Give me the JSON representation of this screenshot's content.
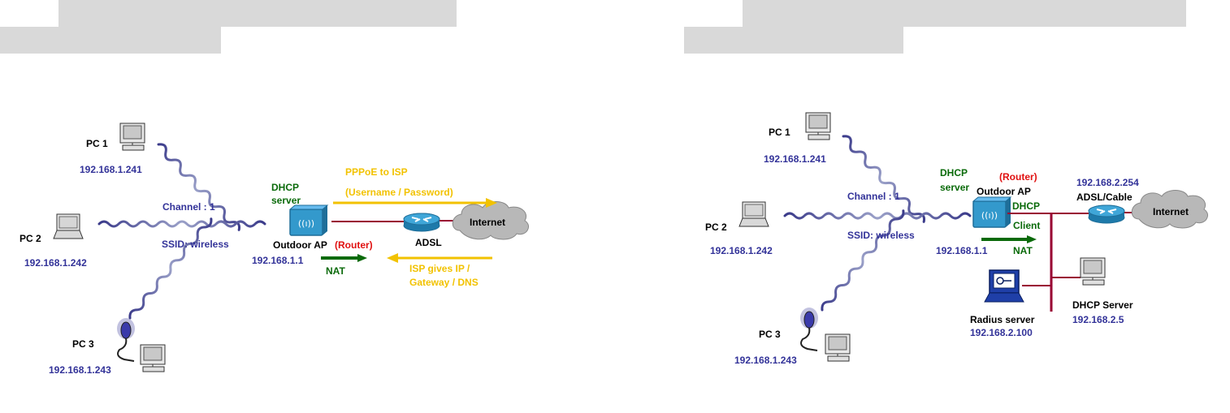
{
  "left": {
    "pc1": {
      "name": "PC 1",
      "ip": "192.168.1.241"
    },
    "pc2": {
      "name": "PC 2",
      "ip": "192.168.1.242"
    },
    "pc3": {
      "name": "PC 3",
      "ip": "192.168.1.243"
    },
    "channel": "Channel : 1",
    "ssid": "SSID: wireless",
    "dhcp": "DHCP",
    "server": "server",
    "ap": "Outdoor AP",
    "router": "(Router)",
    "ap_ip": "192.168.1.1",
    "nat": "NAT",
    "pppoe": "PPPoE to ISP",
    "credentials": "(Username / Password)",
    "adsl": "ADSL",
    "internet": "Internet",
    "isp1": "ISP gives IP /",
    "isp2": "Gateway / DNS"
  },
  "right": {
    "pc1": {
      "name": "PC 1",
      "ip": "192.168.1.241"
    },
    "pc2": {
      "name": "PC 2",
      "ip": "192.168.1.242"
    },
    "pc3": {
      "name": "PC 3",
      "ip": "192.168.1.243"
    },
    "channel": "Channel : 1",
    "ssid": "SSID: wireless",
    "dhcp": "DHCP",
    "server": "server",
    "router": "(Router)",
    "ap": "Outdoor AP",
    "ap_ip": "192.168.1.1",
    "dhcp_client_1": "DHCP",
    "dhcp_client_2": "Client",
    "nat": "NAT",
    "modem_ip": "192.168.2.254",
    "modem": "ADSL/Cable",
    "internet": "Internet",
    "radius": "Radius server",
    "radius_ip": "192.168.2.100",
    "dhcp_server": "DHCP Server",
    "dhcp_server_ip": "192.168.2.5"
  },
  "colors": {
    "header_bar": "#d9d9d9",
    "label_blue": "#333399",
    "label_green": "#0a6a0a",
    "label_red": "#e01010",
    "label_yellow": "#f2c200",
    "link_maroon": "#990033",
    "ap_teal": "#3399cc",
    "cloud": "#b8b8b8"
  }
}
